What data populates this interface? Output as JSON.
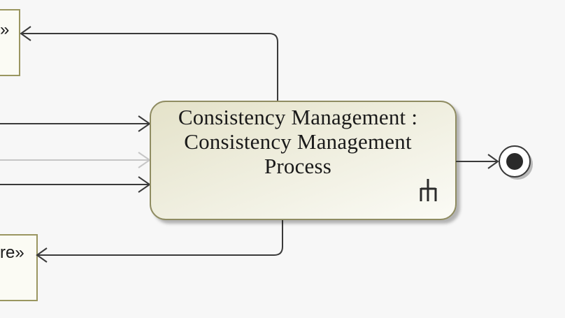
{
  "action": {
    "line1": "Consistency Management :",
    "line2": "Consistency Management",
    "line3": "Process",
    "icon": "call-behavior-rake-icon"
  },
  "pins": {
    "top_left_label": "»",
    "bottom_left_label": "re»"
  },
  "final_node": {
    "icon": "activity-final-icon"
  },
  "colors": {
    "action_fill_start": "#e4e2c9",
    "action_fill_end": "#fbfbf6",
    "action_border": "#8f8c62",
    "edge": "#3a3a3a",
    "edge_faded": "#c6c6c6"
  }
}
